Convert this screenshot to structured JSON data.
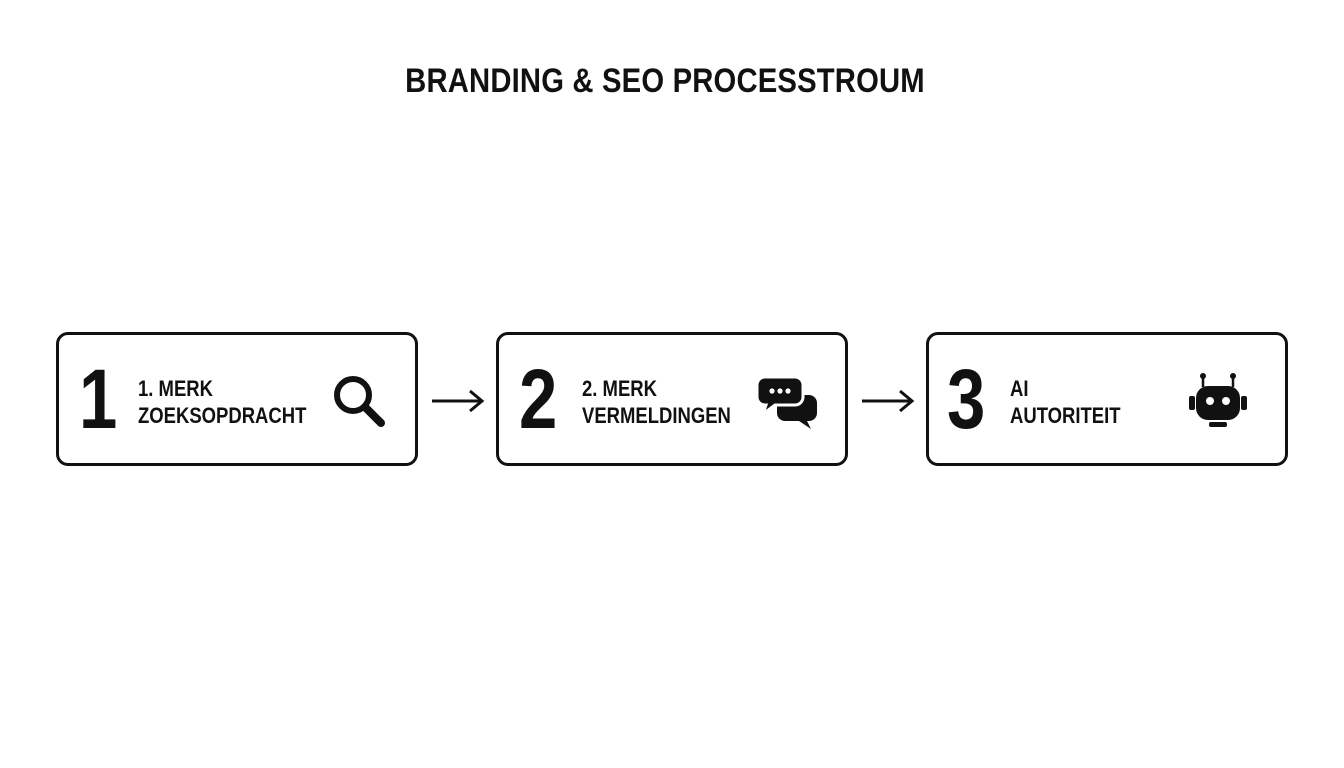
{
  "title": "BRANDING & SEO PROCESSTROUM",
  "steps": [
    {
      "number": "1",
      "label_line1": "1. MERK",
      "label_line2": "ZOEKSOPDRACHT",
      "icon": "search-icon"
    },
    {
      "number": "2",
      "label_line1": "2. MERK",
      "label_line2": "VERMELDINGEN",
      "icon": "chat-bubbles-icon"
    },
    {
      "number": "3",
      "label_line1": "AI",
      "label_line2": "AUTORITEIT",
      "icon": "robot-icon"
    }
  ],
  "colors": {
    "ink": "#111111",
    "background": "#ffffff"
  }
}
